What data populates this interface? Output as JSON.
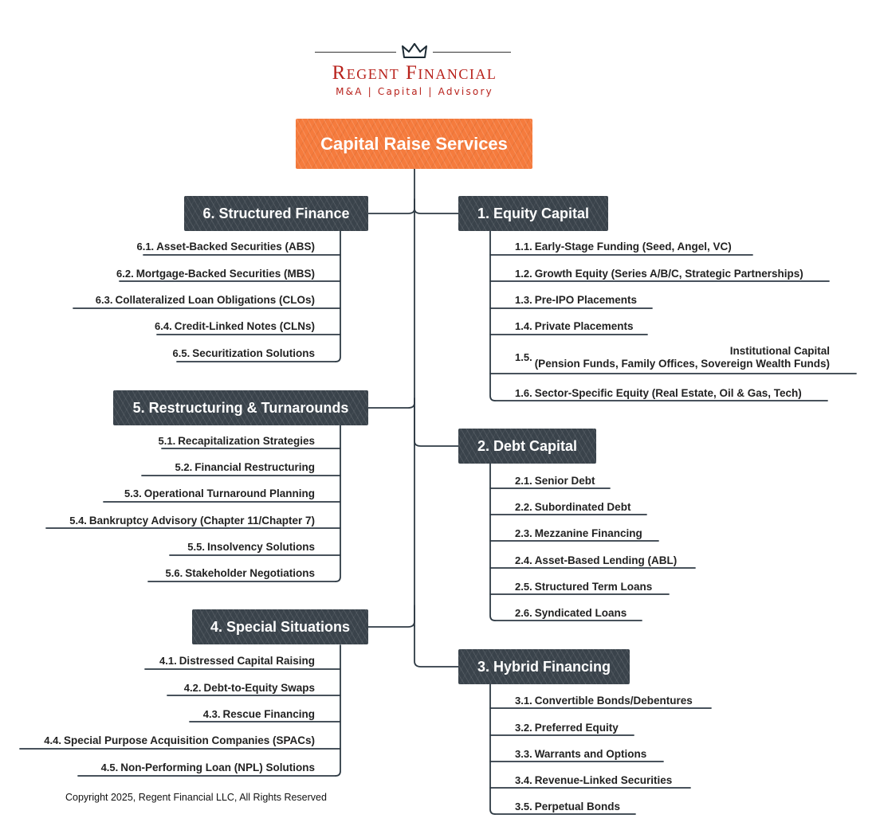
{
  "brand": {
    "name": "Regent Financial",
    "tagline": "M&A | Capital | Advisory"
  },
  "root": {
    "label": "Capital Raise Services"
  },
  "branches": [
    {
      "id": "6",
      "label": "6. Structured Finance",
      "items": [
        {
          "num": "6.1.",
          "label": "Asset-Backed Securities (ABS)"
        },
        {
          "num": "6.2.",
          "label": "Mortgage-Backed Securities (MBS)"
        },
        {
          "num": "6.3.",
          "label": "Collateralized Loan Obligations (CLOs)"
        },
        {
          "num": "6.4.",
          "label": "Credit-Linked Notes (CLNs)"
        },
        {
          "num": "6.5.",
          "label": "Securitization Solutions"
        }
      ]
    },
    {
      "id": "5",
      "label": "5. Restructuring & Turnarounds",
      "items": [
        {
          "num": "5.1.",
          "label": "Recapitalization Strategies"
        },
        {
          "num": "5.2.",
          "label": "Financial Restructuring"
        },
        {
          "num": "5.3.",
          "label": "Operational Turnaround Planning"
        },
        {
          "num": "5.4.",
          "label": "Bankruptcy Advisory (Chapter 11/Chapter 7)"
        },
        {
          "num": "5.5.",
          "label": "Insolvency Solutions"
        },
        {
          "num": "5.6.",
          "label": "Stakeholder Negotiations"
        }
      ]
    },
    {
      "id": "4",
      "label": "4. Special Situations",
      "items": [
        {
          "num": "4.1.",
          "label": "Distressed Capital Raising"
        },
        {
          "num": "4.2.",
          "label": "Debt-to-Equity Swaps"
        },
        {
          "num": "4.3.",
          "label": "Rescue Financing"
        },
        {
          "num": "4.4.",
          "label": "Special Purpose Acquisition Companies (SPACs)"
        },
        {
          "num": "4.5.",
          "label": "Non-Performing Loan (NPL) Solutions"
        }
      ]
    },
    {
      "id": "1",
      "label": "1. Equity Capital",
      "items": [
        {
          "num": "1.1.",
          "label": "Early-Stage Funding (Seed, Angel, VC)"
        },
        {
          "num": "1.2.",
          "label": "Growth Equity (Series A/B/C, Strategic Partnerships)"
        },
        {
          "num": "1.3.",
          "label": "Pre-IPO Placements"
        },
        {
          "num": "1.4.",
          "label": "Private Placements"
        },
        {
          "num": "1.5.",
          "label_line1": "Institutional Capital",
          "label_line2": "(Pension Funds, Family Offices, Sovereign Wealth Funds)"
        },
        {
          "num": "1.6.",
          "label": "Sector-Specific Equity (Real Estate, Oil & Gas, Tech)"
        }
      ]
    },
    {
      "id": "2",
      "label": "2. Debt Capital",
      "items": [
        {
          "num": "2.1.",
          "label": "Senior Debt"
        },
        {
          "num": "2.2.",
          "label": "Subordinated Debt"
        },
        {
          "num": "2.3.",
          "label": "Mezzanine Financing"
        },
        {
          "num": "2.4.",
          "label": "Asset-Based Lending (ABL)"
        },
        {
          "num": "2.5.",
          "label": "Structured Term Loans"
        },
        {
          "num": "2.6.",
          "label": "Syndicated Loans"
        }
      ]
    },
    {
      "id": "3",
      "label": "3. Hybrid Financing",
      "items": [
        {
          "num": "3.1.",
          "label": "Convertible Bonds/Debentures"
        },
        {
          "num": "3.2.",
          "label": "Preferred Equity"
        },
        {
          "num": "3.3.",
          "label": "Warrants and Options"
        },
        {
          "num": "3.4.",
          "label": "Revenue-Linked Securities"
        },
        {
          "num": "3.5.",
          "label": "Perpetual Bonds"
        }
      ]
    }
  ],
  "copyright": "Copyright 2025, Regent Financial LLC, All Rights Reserved",
  "colors": {
    "brand_red": "#b8221c",
    "root_orange": "#f57b3d",
    "branch_slate": "#3a434b",
    "line": "#2e3a44"
  },
  "icons": {
    "logo": "crown-icon"
  }
}
